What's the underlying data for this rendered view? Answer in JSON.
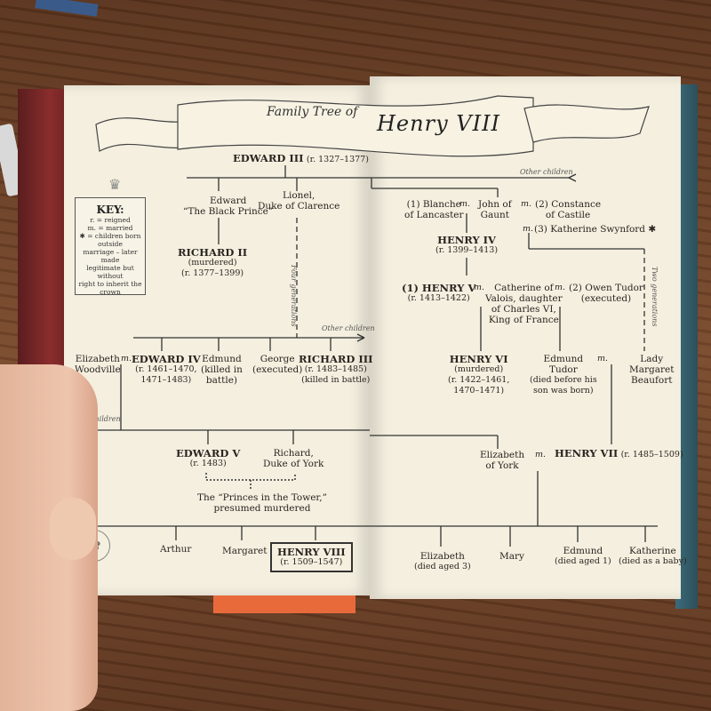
{
  "banner": {
    "part1": "Family Tree of",
    "part2": "Henry VIII"
  },
  "key": {
    "title": "KEY:",
    "lines": [
      "r. = reigned",
      "m. = married",
      "✱ = children born outside",
      "marriage – later made",
      "legitimate but without",
      "right to inherit the crown"
    ]
  },
  "markers": {
    "married": "m.",
    "other_children": "Other children",
    "four_generations": "Four generations",
    "two_generations": "Two generations"
  },
  "people": {
    "edward3": {
      "name": "EDWARD III",
      "dates": "(r. 1327–1377)"
    },
    "black_prince": {
      "name": "Edward",
      "sub": "“The Black Prince”"
    },
    "lionel": {
      "name": "Lionel,",
      "sub": "Duke of Clarence"
    },
    "richard2": {
      "name": "RICHARD II",
      "note": "(murdered)",
      "dates": "(r. 1377–1399)"
    },
    "blanche": {
      "name": "(1) Blanche",
      "sub": "of Lancaster"
    },
    "john": {
      "name": "John of",
      "sub": "Gaunt"
    },
    "constance": {
      "name": "(2) Constance",
      "sub": "of Castile"
    },
    "katherine_s": {
      "name": "(3) Katherine Swynford ✱"
    },
    "henry4": {
      "name": "HENRY IV",
      "dates": "(r. 1399–1413)"
    },
    "henry5": {
      "name": "(1) HENRY V",
      "dates": "(r. 1413–1422)"
    },
    "catherine": {
      "l1": "Catherine of",
      "l2": "Valois, daughter",
      "l3": "of Charles VI,",
      "l4": "King of France"
    },
    "owen": {
      "name": "(2) Owen Tudor",
      "note": "(executed)"
    },
    "elizabeth_w": {
      "l1": "Elizabeth",
      "l2": "Woodville"
    },
    "edward4": {
      "name": "EDWARD IV",
      "d1": "(r. 1461–1470,",
      "d2": "1471–1483)"
    },
    "edmund_k": {
      "name": "Edmund",
      "l2": "(killed in",
      "l3": "battle)"
    },
    "george": {
      "name": "George",
      "note": "(executed)"
    },
    "richard3": {
      "name": "RICHARD III",
      "d1": "(r. 1483–1485)",
      "d2": "(killed in battle)"
    },
    "henry6": {
      "name": "HENRY VI",
      "note": "(murdered)",
      "d1": "(r. 1422–1461,",
      "d2": "1470–1471)"
    },
    "edmund_t": {
      "l1": "Edmund",
      "l2": "Tudor",
      "l3": "(died before his",
      "l4": "son was born)"
    },
    "margaret_b": {
      "l1": "Lady",
      "l2": "Margaret",
      "l3": "Beaufort"
    },
    "edward5": {
      "name": "EDWARD V",
      "dates": "(r. 1483)"
    },
    "richard_y": {
      "name": "Richard,",
      "sub": "Duke of York"
    },
    "princes": {
      "l1": "The “Princes in the Tower,”",
      "l2": "presumed murdered"
    },
    "elizabeth_y": {
      "l1": "Elizabeth",
      "l2": "of York"
    },
    "henry7": {
      "name": "HENRY VII",
      "dates": "(r. 1485–1509)"
    },
    "arthur": {
      "name": "Arthur"
    },
    "margaret": {
      "name": "Margaret"
    },
    "henry8": {
      "name": "HENRY VIII",
      "dates": "(r. 1509–1547)"
    },
    "elizabeth_c": {
      "name": "Elizabeth",
      "note": "(died aged 3)"
    },
    "mary": {
      "name": "Mary"
    },
    "edmund_c": {
      "name": "Edmund",
      "note": "(died aged 1)"
    },
    "katherine_c": {
      "name": "Katherine",
      "note": "(died as a baby)"
    }
  }
}
